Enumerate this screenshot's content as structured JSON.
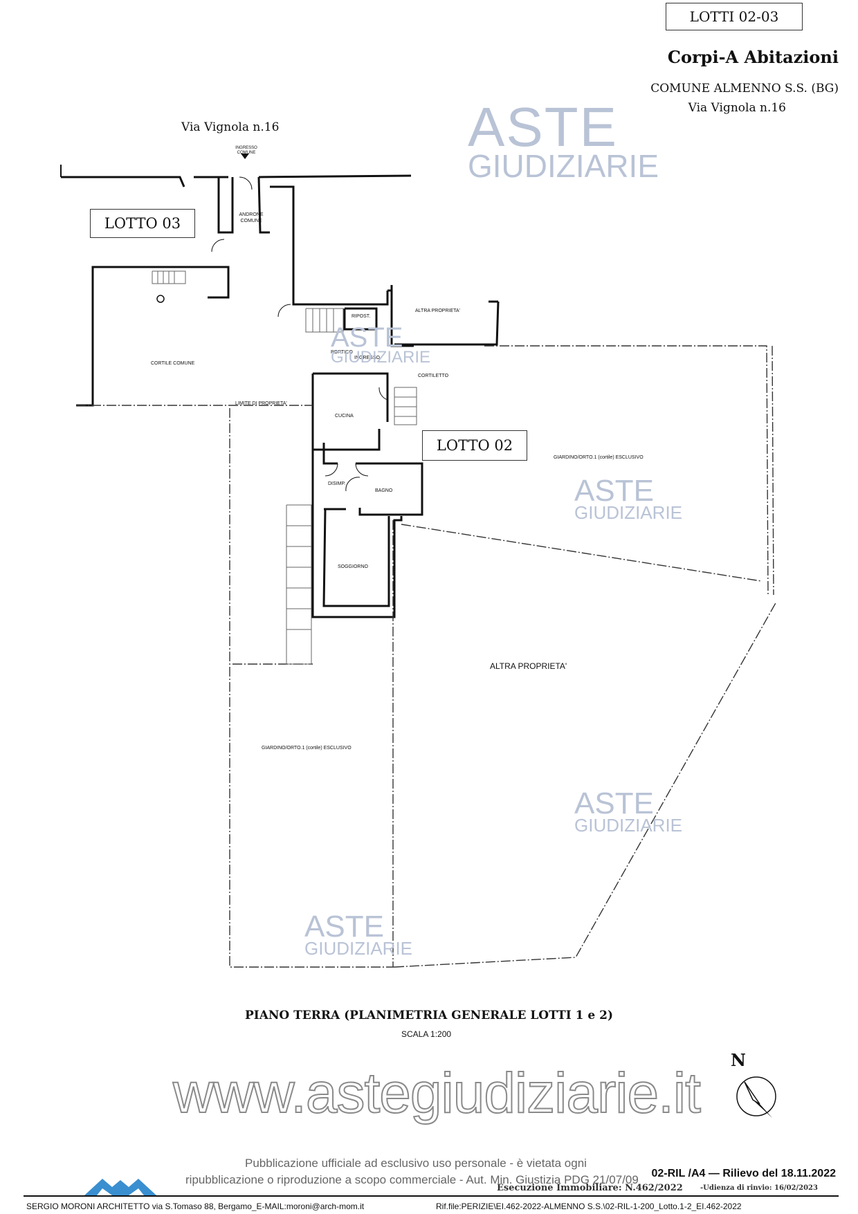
{
  "header": {
    "lotti_box": "LOTTI 02-03",
    "title": "Corpi-A Abitazioni",
    "comune": "COMUNE ALMENNO S.S. (BG)",
    "via": "Via Vignola n.16"
  },
  "plan": {
    "street": "Via Vignola n.16",
    "ingresso_comune": "INGRESSO COMUNE",
    "androne_comune": "ANDRONE COMUNE",
    "lotto_03": "LOTTO 03",
    "lotto_02": "LOTTO 02",
    "cortile_comune": "CORTILE COMUNE",
    "limite": "LIMITE DI PROPRIETA'",
    "ripost": "RIPOST.",
    "altra_top": "ALTRA PROPRIETA'",
    "portico": "PORTICO",
    "ingresso": "INGRESSO",
    "cortiletto": "CORTILETTO",
    "cucina": "CUCINA",
    "disimp": "DISIMP.",
    "bagno": "BAGNO",
    "soggiorno": "SOGGIORNO",
    "giardino_right": "GIARDINO/ORTO.1 (cortile) ESCLUSIVO",
    "giardino_left": "GIARDINO/ORTO.1 (cortile) ESCLUSIVO",
    "altra_big": "ALTRA PROPRIETA'"
  },
  "watermark": {
    "line1": "ASTE",
    "line2": "GIUDIZIARIE",
    "site": "www.astegiudiziarie.it"
  },
  "caption": {
    "title": "PIANO TERRA (PLANIMETRIA GENERALE LOTTI 1 e 2)",
    "scale": "SCALA 1:200",
    "north": "N"
  },
  "footer": {
    "disclaimer1": "Pubblicazione ufficiale ad esclusivo uso personale - è vietata ogni",
    "disclaimer2": "ripubblicazione o riproduzione a scopo commerciale - Aut. Min. Giustizia PDG 21/07/09",
    "ref": "02-RIL /A4 — Rilievo del 18.11.2022",
    "esecuzione": "Esecuzione Immobiliare: N.462/2022",
    "udienza": "-Udienza di rinvio: 16/02/2023",
    "architect": "SERGIO MORONI ARCHITETTO via S.Tomaso 88, Bergamo_E-MAIL:moroni@arch-mom.it",
    "file": "Rif.file:PERIZIE\\EI.462-2022-ALMENNO S.S.\\02-RIL-1-200_Lotto.1-2_EI.462-2022"
  }
}
